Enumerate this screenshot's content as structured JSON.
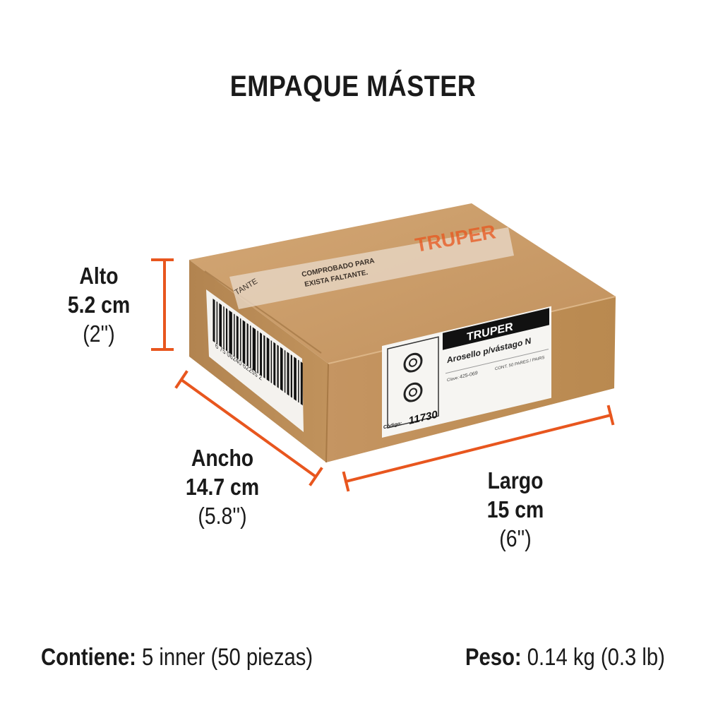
{
  "title": "EMPAQUE MÁSTER",
  "dimensions": {
    "alto": {
      "label": "Alto",
      "metric": "5.2 cm",
      "imperial": "(2'')"
    },
    "ancho": {
      "label": "Ancho",
      "metric": "14.7 cm",
      "imperial": "(5.8'')"
    },
    "largo": {
      "label": "Largo",
      "metric": "15 cm",
      "imperial": "(6'')"
    }
  },
  "footer": {
    "contiene_key": "Contiene:",
    "contiene_value": " 5 inner (50 piezas)",
    "peso_key": "Peso:",
    "peso_value": " 0.14 kg (0.3 lb)"
  },
  "box_label": {
    "brand": "TRUPER",
    "product": "Arosello p/vástago N",
    "code_prefix": "Clave:",
    "code": "425-069",
    "content": "CONT. 50 PARES / PAIRS",
    "codigo_label": "Código:",
    "codigo": "11730"
  },
  "barcode_number": "6 75 06240 62255 2",
  "tape": {
    "brand": "TRUPER",
    "word": "TANTE",
    "line1": "COMPROBADO PARA",
    "line2": "EXISTA FALTANTE."
  },
  "colors": {
    "accent": "#e8561e",
    "cardboard": "#c89863",
    "text": "#1a1a1a"
  }
}
